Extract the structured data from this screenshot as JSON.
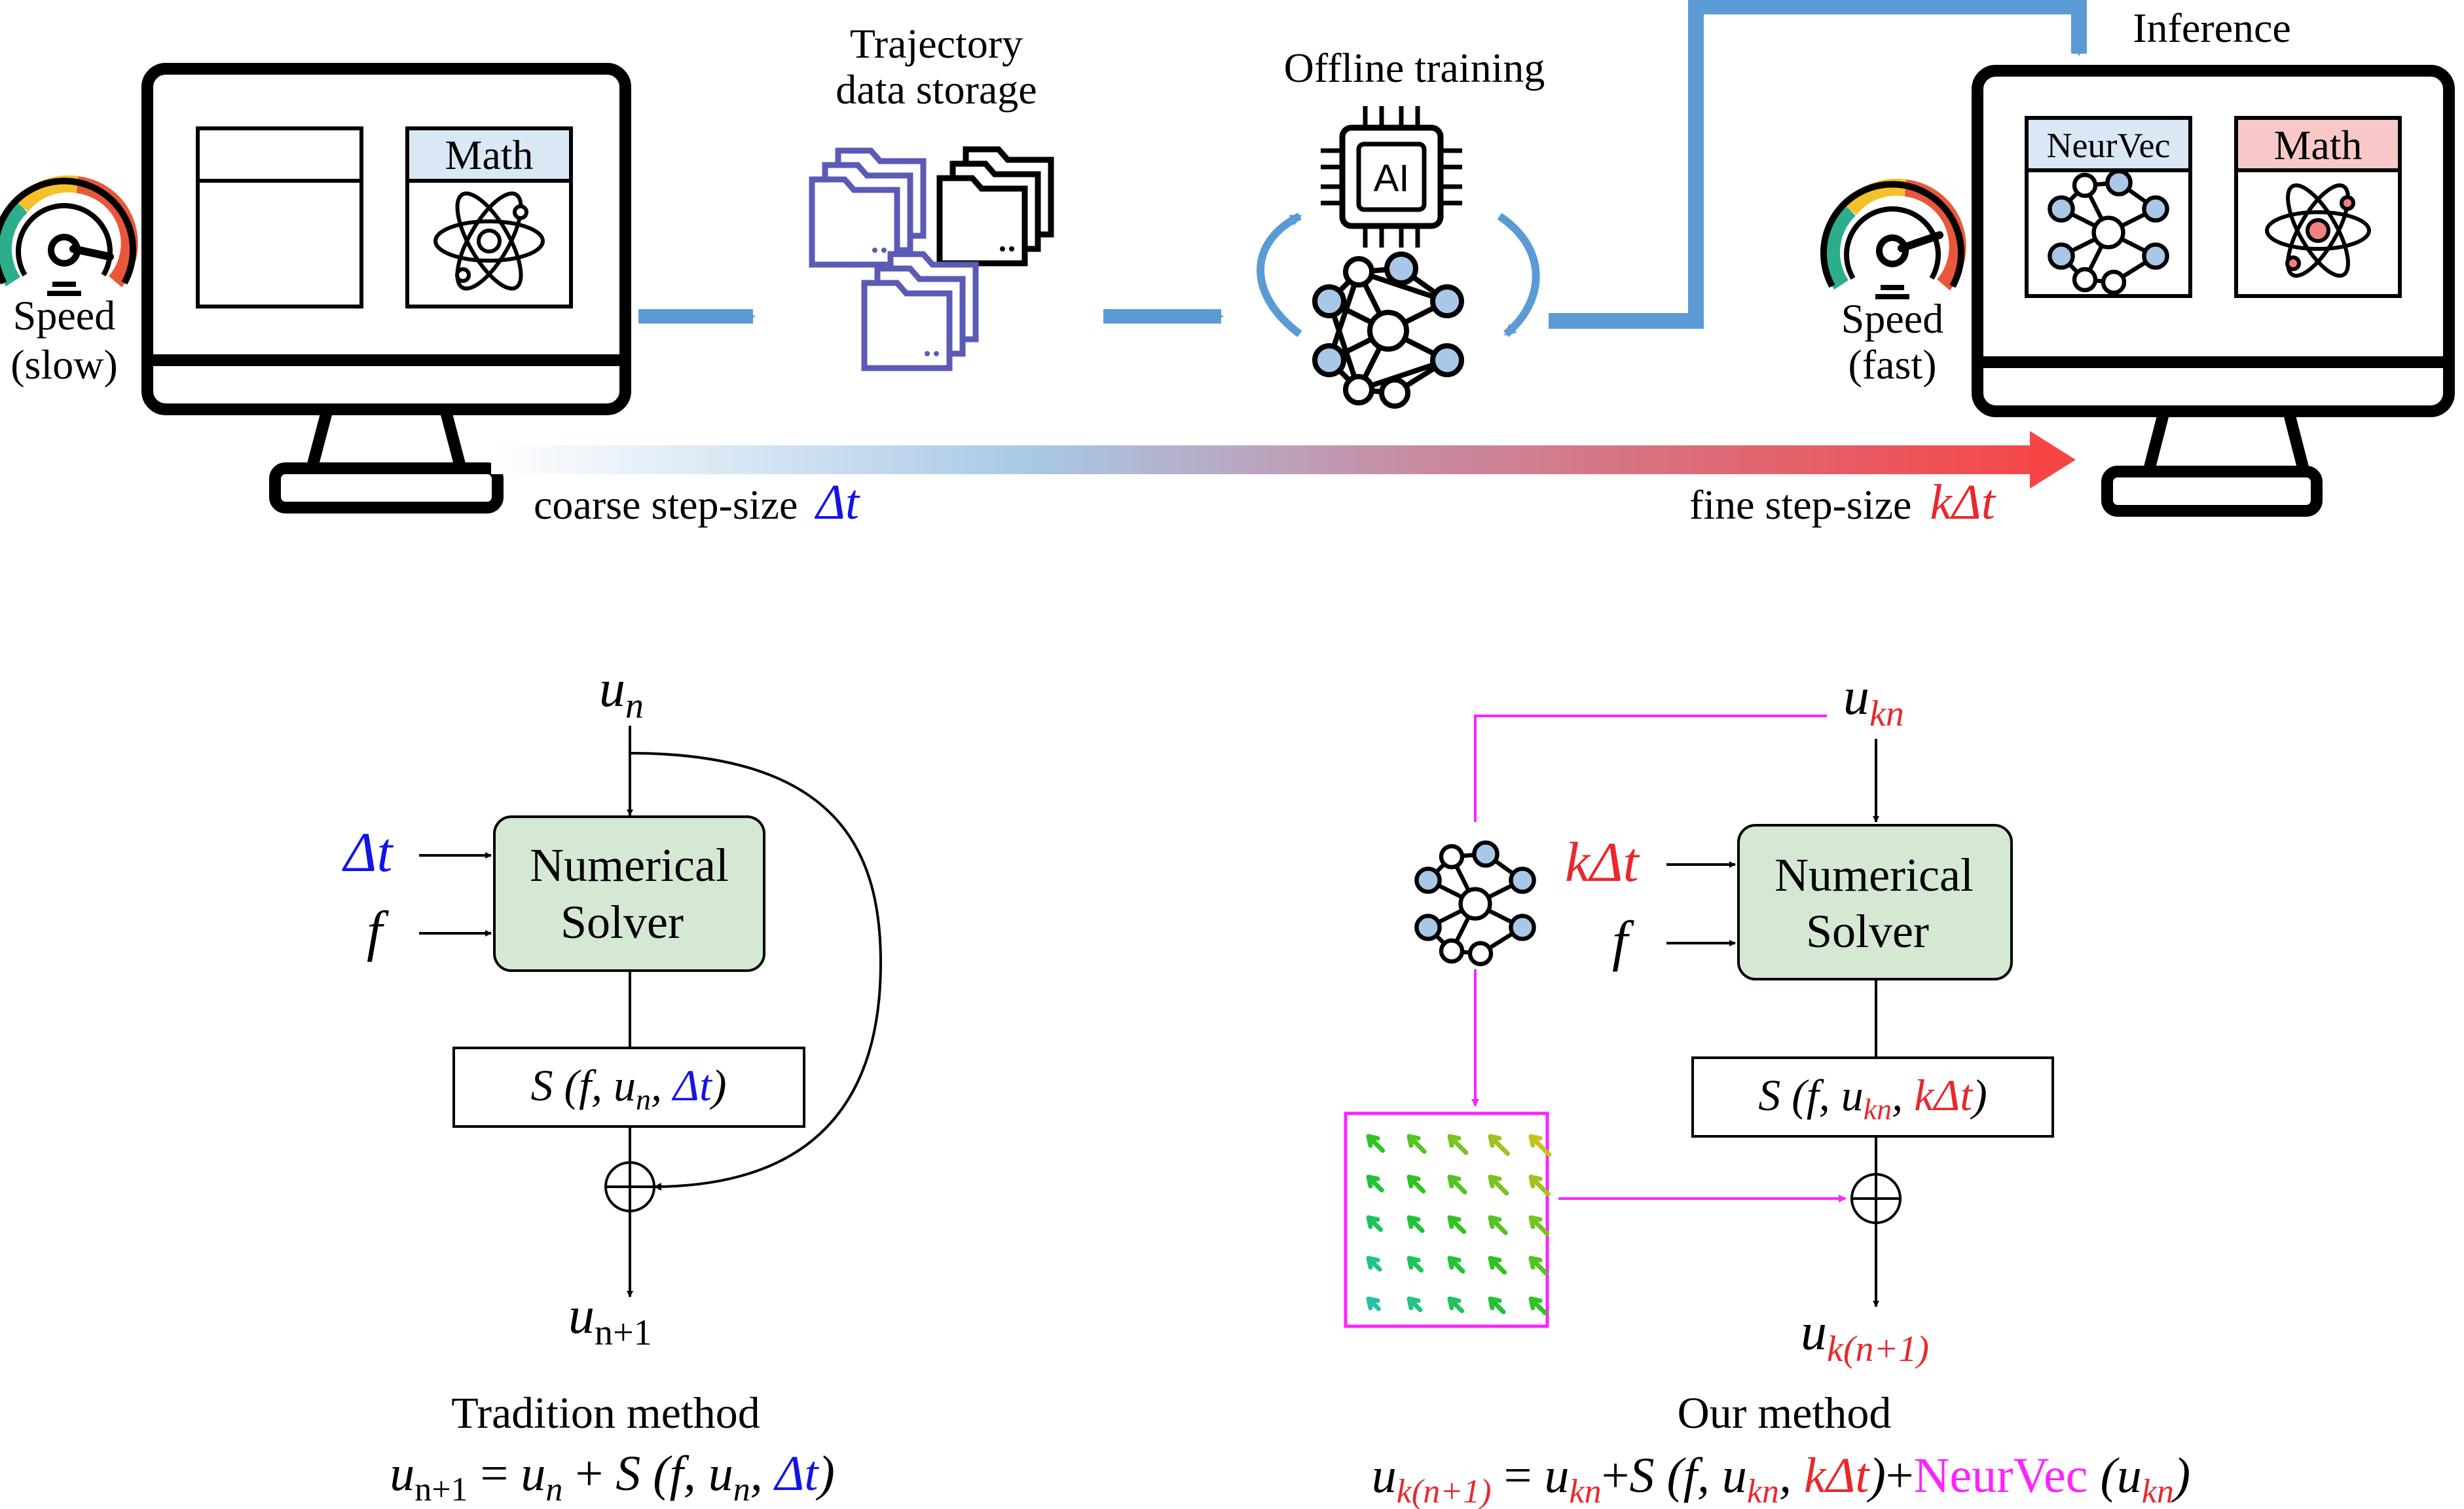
{
  "colors": {
    "blue_arrow": "#5b9bd5",
    "blue_text": "#1414e6",
    "red_text": "#e8282d",
    "magenta": "#ff22ff",
    "solver_fill": "#d5e8d4",
    "math_blue": "#dae8f5",
    "math_red": "#f8c8c8",
    "node_fill": "#a9c8e8",
    "folder_purple": "#5b5bb5"
  },
  "pipeline": {
    "storage_label_1": "Trajectory",
    "storage_label_2": "data storage",
    "training_label": "Offline training",
    "chip_label": "AI",
    "inference_label": "Inference",
    "left_monitor": {
      "panel_label": "Math",
      "speed_label": "Speed",
      "speed_sub": "(slow)"
    },
    "right_monitor": {
      "panel1_label": "NeurVec",
      "panel2_label": "Math",
      "speed_label": "Speed",
      "speed_sub": "(fast)"
    },
    "coarse_label": "coarse step-size",
    "coarse_symbol": "Δt",
    "fine_label": "fine step-size",
    "fine_symbol": "kΔt"
  },
  "traditional": {
    "input_u": "u",
    "input_u_sub": "n",
    "dt": "Δt",
    "f": "f",
    "solver_line1": "Numerical",
    "solver_line2": "Solver",
    "output_u": "u",
    "output_u_sub": "n+1",
    "caption": "Tradition method"
  },
  "ours": {
    "input_u": "u",
    "input_u_sub": "kn",
    "kdt": "kΔt",
    "f": "f",
    "solver_line1": "Numerical",
    "solver_line2": "Solver",
    "output_u": "u",
    "output_u_sub": "k(n+1)",
    "caption": "Our method",
    "neurvec": "NeurVec"
  }
}
